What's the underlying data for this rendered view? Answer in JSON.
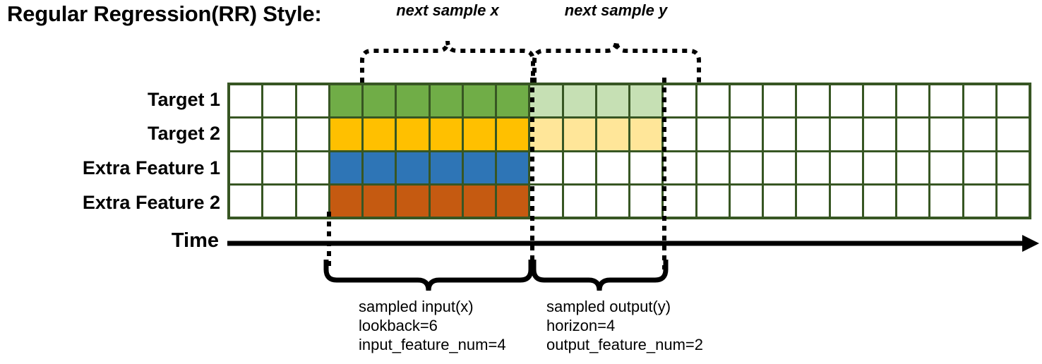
{
  "title": "Regular Regression(RR) Style:",
  "rows": [
    {
      "label": "Target 1",
      "color": "#70ad47",
      "faded_color": "#c6e0b4"
    },
    {
      "label": "Target 2",
      "color": "#ffc000",
      "faded_color": "#ffe699"
    },
    {
      "label": "Extra Feature 1",
      "color": "#2e75b6",
      "faded_color": null
    },
    {
      "label": "Extra Feature 2",
      "color": "#c55a11",
      "faded_color": null
    }
  ],
  "grid": {
    "total_columns": 24,
    "leading_blank_columns": 3,
    "input_columns": 6,
    "output_columns": 4,
    "trailing_blank_columns": 11,
    "line_color": "#375623",
    "empty_cell_color": "#ffffff"
  },
  "time_axis": {
    "label": "Time",
    "arrow_color": "#000000"
  },
  "top_annotations": [
    {
      "text": "next sample x"
    },
    {
      "text": "next sample y"
    }
  ],
  "bottom_annotations": [
    {
      "line1": "sampled input(x)",
      "line2": "lookback=6",
      "line3": "input_feature_num=4"
    },
    {
      "line1": "sampled output(y)",
      "line2": "horizon=4",
      "line3": "output_feature_num=2"
    }
  ]
}
